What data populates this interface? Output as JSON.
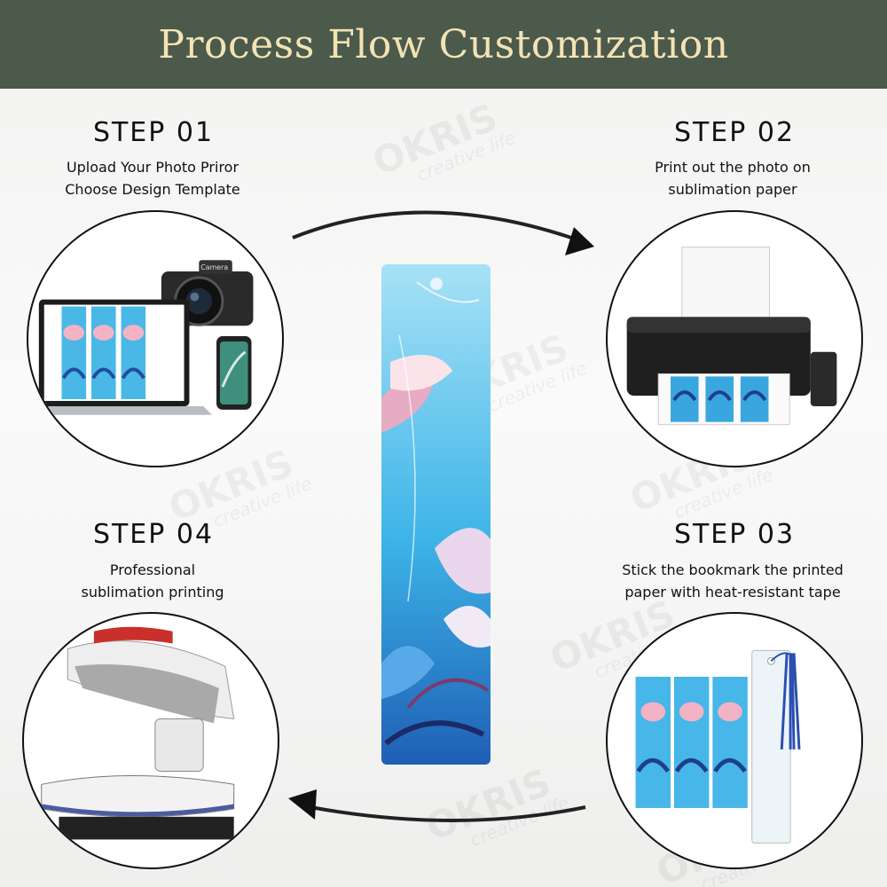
{
  "header": {
    "title": "Process Flow Customization"
  },
  "steps": [
    {
      "title": "STEP 01",
      "lines": [
        "Upload Your Photo Priror",
        "Choose Design Template"
      ],
      "icon": "devices-icon"
    },
    {
      "title": "STEP 02",
      "lines": [
        "Print out the photo on",
        "sublimation paper"
      ],
      "icon": "printer-icon"
    },
    {
      "title": "STEP 03",
      "lines": [
        "Stick the bookmark the printed",
        "paper with heat-resistant tape"
      ],
      "icon": "bookmark-tassel-icon"
    },
    {
      "title": "STEP 04",
      "lines": [
        "Professional",
        "sublimation printing"
      ],
      "icon": "heat-press-icon"
    }
  ],
  "camera_label": "Camera",
  "watermark": {
    "brand": "OKRIS",
    "tagline": "creative life"
  },
  "colors": {
    "header_bg": "#4b5a4b",
    "header_text": "#f3e3b4",
    "accent_blue": "#3db4e8",
    "accent_pink": "#f08aa8"
  }
}
